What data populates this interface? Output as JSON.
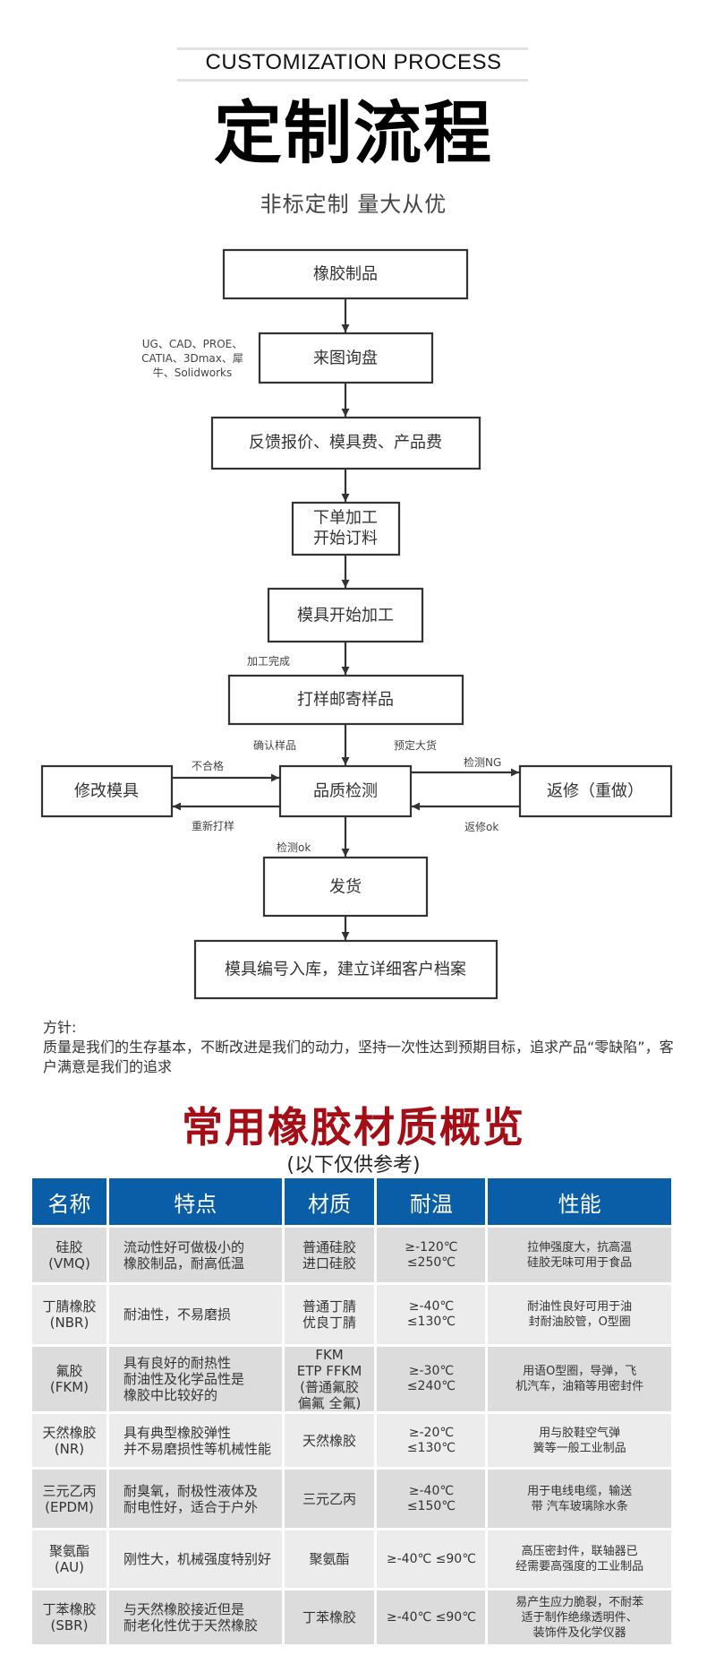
{
  "header": {
    "english_title": "CUSTOMIZATION PROCESS",
    "title": "定制流程",
    "subtitle": "非标定制  量大从优"
  },
  "flowchart": {
    "nodes": {
      "rubber_products": "橡胶制品",
      "inquiry": "来图询盘",
      "quote": "反馈报价、模具费、产品费",
      "order_line1": "下单加工",
      "order_line2": "开始订料",
      "mold_processing": "模具开始加工",
      "sample_mail": "打样邮寄样品",
      "modify_mold": "修改模具",
      "quality_check": "品质检测",
      "rework": "返修（重做）",
      "ship": "发货",
      "archive": "模具编号入库，建立详细客户档案"
    },
    "labels": {
      "software_line1": "UG、CAD、PROE、",
      "software_line2": "CATIA、3Dmax、犀",
      "software_line3": "牛、Solidworks",
      "processing_done": "加工完成",
      "confirm_sample": "确认样品",
      "book_bulk": "预定大货",
      "unqualified": "不合格",
      "resample": "重新打样",
      "check_ng": "检测NG",
      "rework_ok": "返修ok",
      "check_ok": "检测ok"
    }
  },
  "policy": {
    "heading": "方针:",
    "text": "质量是我们的生存基本，不断改进是我们的动力，坚持一次性达到预期目标，追求产品“零缺陷”，客户满意是我们的追求"
  },
  "materials": {
    "title": "常用橡胶材质概览",
    "note": "(以下仅供参考)",
    "header_color": "#0a5ea8",
    "title_color": "#a40e16",
    "columns": [
      "名称",
      "特点",
      "材质",
      "耐温",
      "性能"
    ],
    "rows": [
      {
        "name": [
          "硅胶",
          "(VMQ)"
        ],
        "features": [
          "流动性好可做极小的",
          "橡胶制品，耐高低温"
        ],
        "material": [
          "普通硅胶",
          "进口硅胶"
        ],
        "temperature": "≥-120℃ ≤250℃",
        "performance": [
          "拉伸强度大，抗高温",
          "硅胶无味可用于食品"
        ]
      },
      {
        "name": [
          "丁腈橡胶",
          "(NBR)"
        ],
        "features": [
          "耐油性，不易磨损"
        ],
        "material": [
          "普通丁腈",
          "优良丁腈"
        ],
        "temperature": "≥-40℃ ≤130℃",
        "performance": [
          "耐油性良好可用于油",
          "封耐油胶管，O型圈"
        ]
      },
      {
        "name": [
          "氟胶",
          "(FKM)"
        ],
        "features": [
          "具有良好的耐热性",
          "耐油性及化学品性是",
          "橡胶中比较好的"
        ],
        "material": [
          "FKM",
          "ETP FFKM",
          "(普通氟胶",
          "偏氟 全氟)"
        ],
        "temperature": "≥-30℃ ≤240℃",
        "performance": [
          "用语O型圈，导弹，飞",
          "机汽车，油箱等用密封件"
        ]
      },
      {
        "name": [
          "天然橡胶",
          "(NR)"
        ],
        "features": [
          "具有典型橡胶弹性",
          "并不易磨损性等机械性能"
        ],
        "material": [
          "天然橡胶"
        ],
        "temperature": "≥-20℃ ≤130℃",
        "performance": [
          "用与胶鞋空气弹",
          "簧等一般工业制品"
        ]
      },
      {
        "name": [
          "三元乙丙",
          "(EPDM)"
        ],
        "features": [
          "耐臭氧，耐极性液体及",
          "耐电性好，适合于户外"
        ],
        "material": [
          "三元乙丙"
        ],
        "temperature": "≥-40℃ ≤150℃",
        "performance": [
          "用于电线电缆，输送",
          "带 汽车玻璃除水条"
        ]
      },
      {
        "name": [
          "聚氨酯",
          "(AU)"
        ],
        "features": [
          "刚性大，机械强度特别好"
        ],
        "material": [
          "聚氨酯"
        ],
        "temperature": "≥-40℃ ≤90℃",
        "performance": [
          "高压密封件，联轴器已",
          "经需要高强度的工业制品"
        ]
      },
      {
        "name": [
          "丁苯橡胶",
          "(SBR)"
        ],
        "features": [
          "与天然橡胶接近但是",
          "耐老化性优于天然橡胶"
        ],
        "material": [
          "丁苯橡胶"
        ],
        "temperature": "≥-40℃ ≤90℃",
        "performance": [
          "易产生应力脆裂，不耐苯",
          "适于制作绝缘透明件、",
          "装饰件及化学仪器"
        ]
      }
    ]
  }
}
